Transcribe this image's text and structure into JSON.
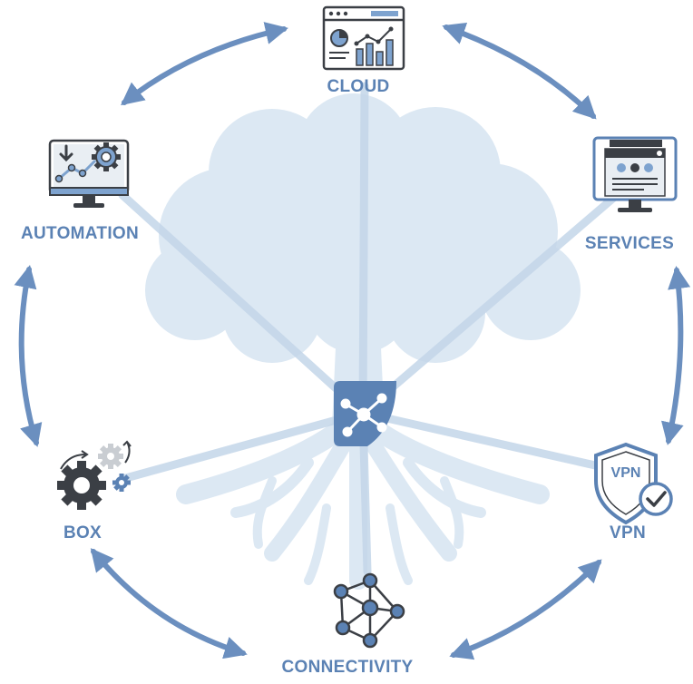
{
  "diagram": {
    "colors": {
      "accent": "#5b82b4",
      "arrow": "#6b8fbf",
      "label": "#5b82b4",
      "tree": "#dce8f3",
      "spoke": "#c4d6e9",
      "icon_dark": "#3b3f45",
      "icon_fill": "#7ea3cf",
      "icon_light": "#e9eef3"
    },
    "center": {
      "icon": "network-hub-icon"
    },
    "nodes": [
      {
        "id": "cloud",
        "label": "CLOUD",
        "icon": "dashboard-chart-icon"
      },
      {
        "id": "services",
        "label": "SERVICES",
        "icon": "browser-monitor-icon"
      },
      {
        "id": "vpn",
        "label": "VPN",
        "icon": "vpn-shield-icon"
      },
      {
        "id": "connectivity",
        "label": "CONNECTIVITY",
        "icon": "network-nodes-icon"
      },
      {
        "id": "box",
        "label": "BOX",
        "icon": "gears-icon"
      },
      {
        "id": "automation",
        "label": "AUTOMATION",
        "icon": "monitor-gear-chart-icon"
      }
    ],
    "edges": [
      {
        "from": "cloud",
        "to": "services",
        "style": "bidirectional"
      },
      {
        "from": "services",
        "to": "vpn",
        "style": "bidirectional"
      },
      {
        "from": "vpn",
        "to": "connectivity",
        "style": "bidirectional"
      },
      {
        "from": "connectivity",
        "to": "box",
        "style": "bidirectional"
      },
      {
        "from": "box",
        "to": "automation",
        "style": "bidirectional"
      },
      {
        "from": "automation",
        "to": "cloud",
        "style": "bidirectional"
      }
    ]
  }
}
